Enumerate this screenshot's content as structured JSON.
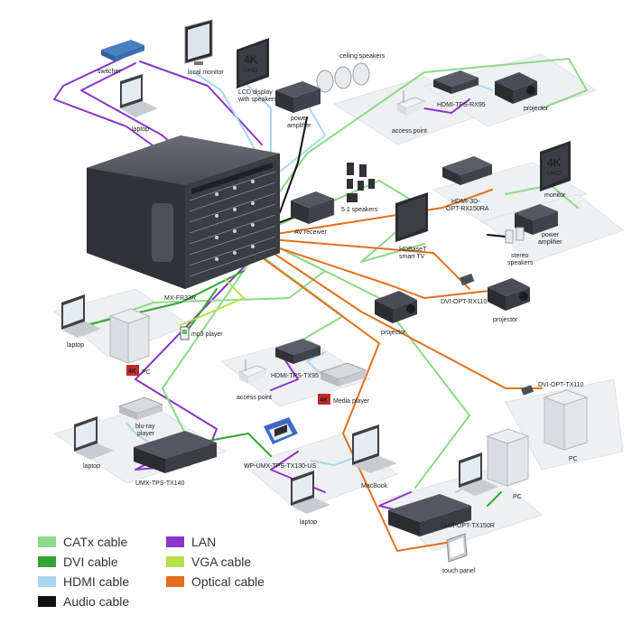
{
  "colors": {
    "catx": "#8ed98a",
    "dvi": "#33a532",
    "hdmi": "#a9d6f0",
    "audio": "#111111",
    "lan": "#8a35c8",
    "vga": "#b7e04a",
    "optical": "#e2701e"
  },
  "devices": {
    "switcher": "switcher",
    "local_monitor": "local monitor",
    "lcd_display": "LCD display with speakers",
    "lcd_display_l1": "LCD display",
    "lcd_display_l2": "with speakers",
    "uhd_badge": "4K UHD",
    "uhd_4k": "4K",
    "uhd_text": "UHD",
    "ceiling_speakers": "ceiling speakers",
    "power_amplifier_l1": "power",
    "power_amplifier_l2": "amplifier",
    "laptop_top": "laptop",
    "hdmi_tps_rx95": "HDMI-TPS-RX95",
    "projector_top": "projector",
    "access_point_top": "access point",
    "av_receiver": "AV receiver",
    "speakers_51": "5.1 speakers",
    "hdmi_3d_opt_l1": "HDMI-3D-",
    "hdmi_3d_opt_l2": "OPT-RX150RA",
    "monitor_right": "monitor",
    "power_amplifier_right_l1": "power",
    "power_amplifier_right_l2": "amplifier",
    "stereo_speakers_l1": "stereo",
    "stereo_speakers_l2": "speakers",
    "hdbaset_l1": "HDBaseT",
    "hdbaset_l2": "smart TV",
    "mx_fr33r": "MX-FR33R",
    "dvi_opt_rx110": "DVI-OPT-RX110",
    "projector_mid": "projector",
    "projector_right": "projector",
    "laptop_left": "laptop",
    "mp3_player": "mp3 player",
    "pc_left": "PC",
    "hdmi_tps_tx95": "HDMI-TPS-TX95",
    "access_point_mid": "access point",
    "media_player": "Media player",
    "dvi_opt_tx110": "DVI-OPT-TX110",
    "pc_right_top": "PC",
    "blu_ray_l1": "blu-ray",
    "blu_ray_l2": "player",
    "laptop_bottom_left": "laptop",
    "umx_tps_tx140": "UMX-TPS-TX140",
    "wp_umx": "WP-UMX-TPS-TX130-US",
    "macbook": "MacBook",
    "laptop_bottom_mid": "laptop",
    "pc_right_bottom": "PC",
    "umx_opt_tx150r": "UMX-OPT-TX150R",
    "touch_panel": "touch panel"
  },
  "legend": [
    {
      "label": "CATx cable",
      "color": "#8ed98a"
    },
    {
      "label": "DVI cable",
      "color": "#33a532"
    },
    {
      "label": "HDMI cable",
      "color": "#a9d6f0"
    },
    {
      "label": "Audio cable",
      "color": "#111111"
    },
    {
      "label": "LAN",
      "color": "#8a35c8"
    },
    {
      "label": "VGA cable",
      "color": "#b7e04a"
    },
    {
      "label": "Optical cable",
      "color": "#e2701e"
    }
  ]
}
